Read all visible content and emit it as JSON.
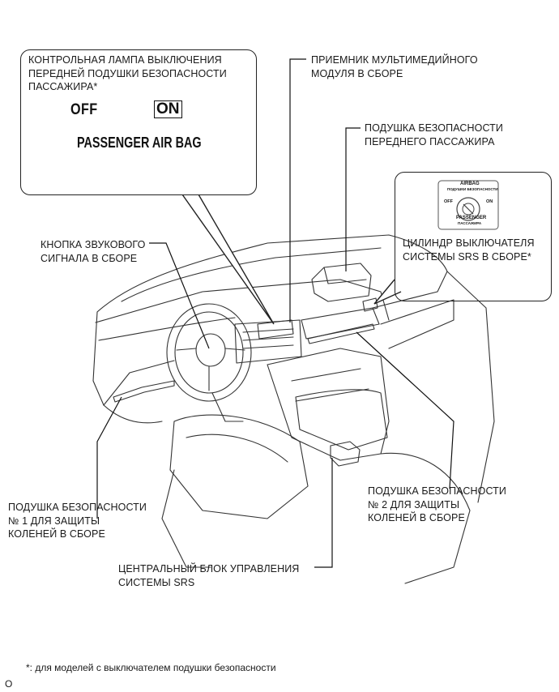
{
  "callouts": {
    "lamp": {
      "label": "КОНТРОЛЬНАЯ ЛАМПА ВЫКЛЮЧЕНИЯ\nПЕРЕДНЕЙ ПОДУШКИ БЕЗОПАСНОСТИ\nПАССАЖИРА*",
      "off_text": "OFF",
      "on_text": "ON",
      "passenger_text": "PASSENGER AIR BAG"
    },
    "switch": {
      "label": "ЦИЛИНДР ВЫКЛЮЧАТЕЛЯ\nСИСТЕМЫ SRS В СБОРЕ*",
      "dial_title": "AIRBAG",
      "dial_sub": "ПОДУШКИ БЕЗОПАСНОСТИ",
      "dial_off": "OFF",
      "dial_on": "ON",
      "dial_passenger": "PASSENGER",
      "dial_passenger_ru": "ПАССАЖИРА"
    }
  },
  "labels": {
    "multimedia": "ПРИЕМНИК МУЛЬТИМЕДИЙНОГО\nМОДУЛЯ В СБОРЕ",
    "front_passenger_airbag": "ПОДУШКА БЕЗОПАСНОСТИ\nПЕРЕДНЕГО ПАССАЖИРА",
    "horn_button": "КНОПКА ЗВУКОВОГО\nСИГНАЛА В СБОРЕ",
    "knee_airbag_1": "ПОДУШКА БЕЗОПАСНОСТИ\n№ 1 ДЛЯ ЗАЩИТЫ\nКОЛЕНЕЙ В СБОРЕ",
    "knee_airbag_2": "ПОДУШКА БЕЗОПАСНОСТИ\n№ 2 ДЛЯ ЗАЩИТЫ\nКОЛЕНЕЙ В СБОРЕ",
    "srs_center_unit": "ЦЕНТРАЛЬНЫЙ БЛОК УПРАВЛЕНИЯ\nСИСТЕМЫ SRS"
  },
  "footnote": "*: для моделей с выключателем подушки безопасности",
  "figure_code": "O"
}
